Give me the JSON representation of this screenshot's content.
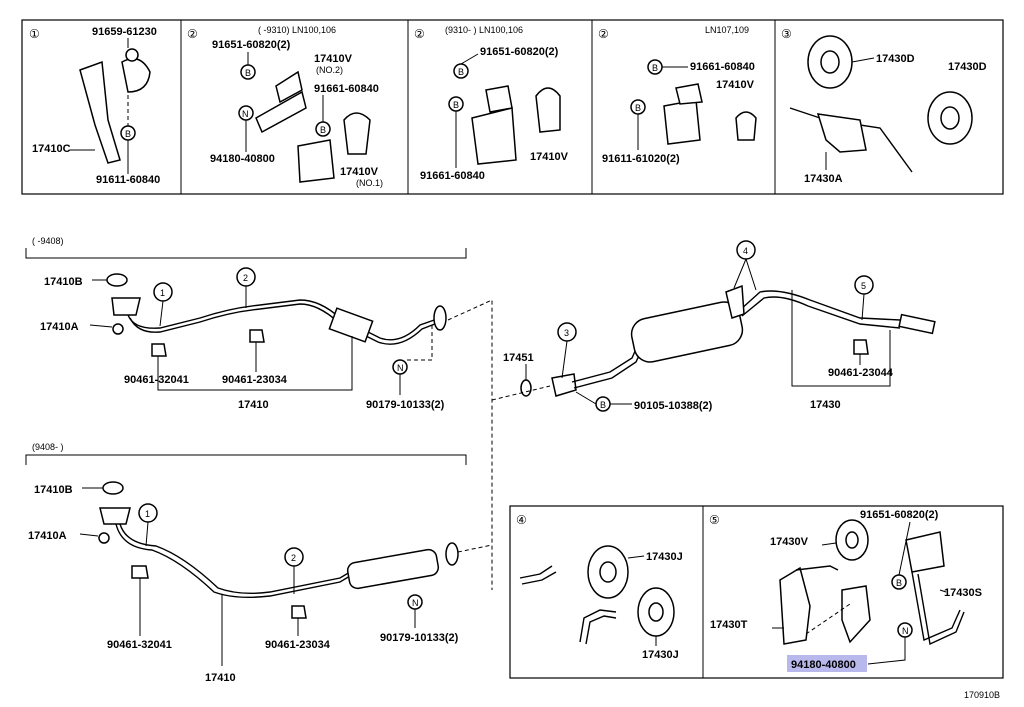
{
  "panels_top": [
    {
      "num": "①",
      "labels": [
        "91659-61230",
        "17410C",
        "91611-60840"
      ]
    },
    {
      "num": "②",
      "range": "(      -9310) LN100,106",
      "labels": [
        "91651-60820(2)",
        "17410V",
        "(NO.2)",
        "91661-60840",
        "94180-40800",
        "17410V",
        "(NO.1)"
      ]
    },
    {
      "num": "②",
      "range": "(9310-       ) LN100,106",
      "labels": [
        "91651-60820(2)",
        "91661-60840",
        "17410V"
      ]
    },
    {
      "num": "②",
      "range": "LN107,109",
      "labels": [
        "91661-60840",
        "17410V",
        "91611-61020(2)"
      ]
    },
    {
      "num": "③",
      "labels": [
        "17430D",
        "17430D",
        "17430A"
      ]
    }
  ],
  "upper_assembly": {
    "range": "(      -9408)",
    "labels": [
      "17410B",
      "17410A",
      "90461-32041",
      "90461-23034",
      "17410",
      "90179-10133(2)"
    ]
  },
  "lower_assembly": {
    "range": "(9408-       )",
    "labels": [
      "17410B",
      "17410A",
      "90461-32041",
      "90461-23034",
      "17410",
      "90179-10133(2)"
    ]
  },
  "rear_assembly": {
    "labels": [
      "17451",
      "90105-10388(2)",
      "17430",
      "90461-23044"
    ]
  },
  "callouts": {
    "c1": "1",
    "c2": "2",
    "c3": "3",
    "c4": "4",
    "c5": "5",
    "n": "N",
    "b": "B"
  },
  "panel4": {
    "num": "④",
    "labels": [
      "17430J",
      "17430J"
    ]
  },
  "panel5": {
    "num": "⑤",
    "labels": [
      "17430V",
      "91651-60820(2)",
      "17430T",
      "17430S",
      "94180-40800"
    ]
  },
  "diagram_code": "170910B",
  "highlight_color": "#b8b8ec"
}
